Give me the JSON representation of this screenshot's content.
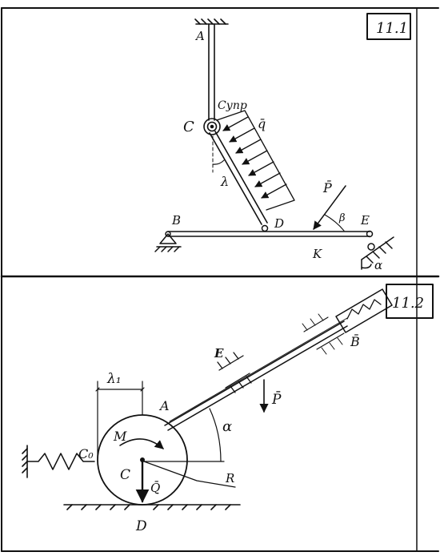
{
  "figure_1": {
    "number": "11.1",
    "labels": {
      "A": "A",
      "C": "C",
      "c_upr": "Cупр",
      "q": "q̄",
      "lambda": "λ",
      "D": "D",
      "B": "B",
      "P": "P̄",
      "beta": "β",
      "E": "E",
      "K": "K",
      "alpha": "α"
    }
  },
  "figure_2": {
    "number": "11.2",
    "labels": {
      "E": "E",
      "B": "B̄",
      "P": "P̄",
      "lambda1": "λ₁",
      "A": "A",
      "alpha": "α",
      "M": "M",
      "C0": "C₀",
      "C": "C",
      "Q": "Q̄",
      "R": "R",
      "D": "D"
    }
  }
}
